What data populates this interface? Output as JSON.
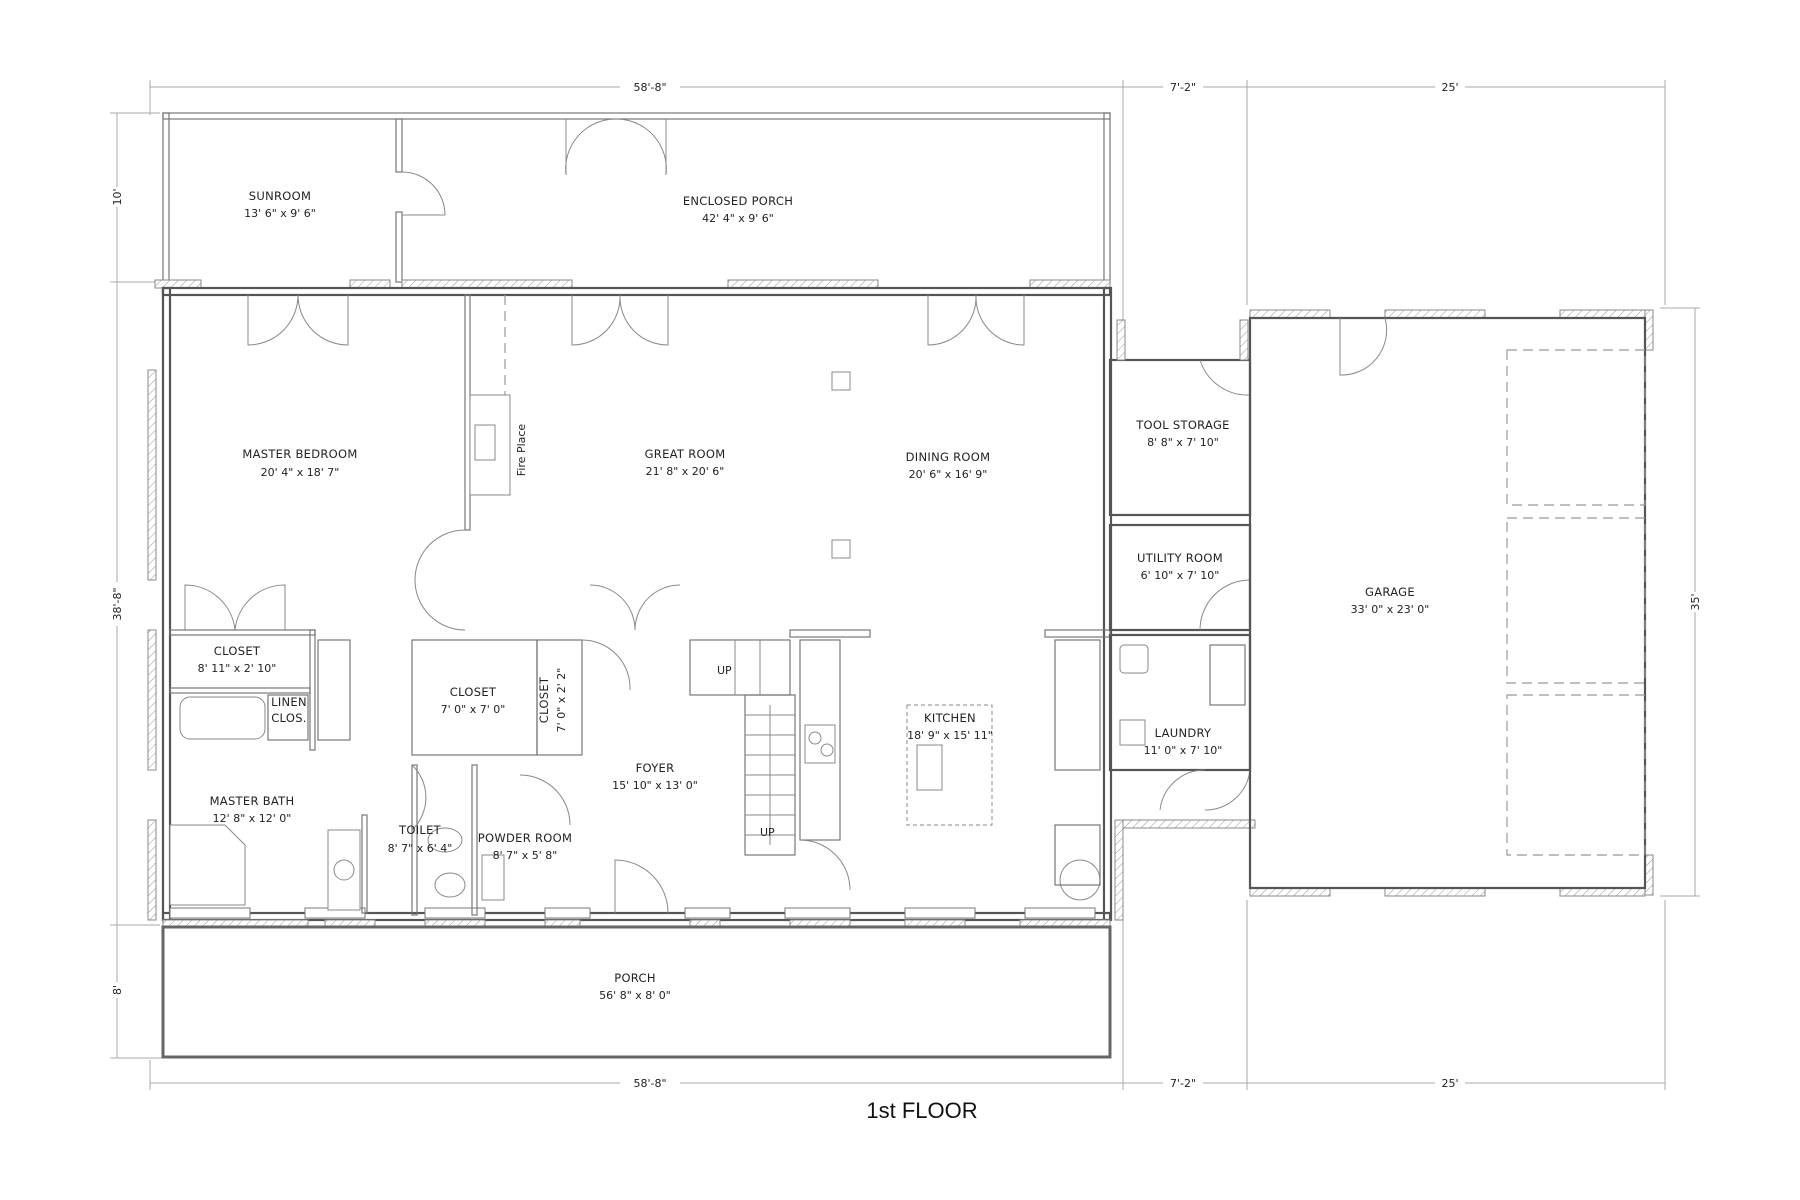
{
  "title": "1st FLOOR",
  "dimensions": {
    "top_main": "58'-8\"",
    "top_breezeway": "7'-2\"",
    "top_garage": "25'",
    "bottom_main": "58'-8\"",
    "bottom_breezeway": "7'-2\"",
    "bottom_garage": "25'",
    "left_top": "10'",
    "left_middle": "38'-8\"",
    "left_bottom": "8'",
    "right_garage": "35'"
  },
  "rooms": {
    "sunroom": {
      "name": "SUNROOM",
      "size": "13' 6\" x 9' 6\""
    },
    "enclosed_porch": {
      "name": "ENCLOSED PORCH",
      "size": "42' 4\" x 9' 6\""
    },
    "master_bedroom": {
      "name": "MASTER BEDROOM",
      "size": "20' 4\" x 18' 7\""
    },
    "great_room": {
      "name": "GREAT ROOM",
      "size": "21' 8\" x 20' 6\""
    },
    "dining_room": {
      "name": "DINING ROOM",
      "size": "20' 6\" x 16' 9\""
    },
    "tool_storage": {
      "name": "TOOL STORAGE",
      "size": "8' 8\" x 7' 10\""
    },
    "utility_room": {
      "name": "UTILITY ROOM",
      "size": "6' 10\" x 7' 10\""
    },
    "garage": {
      "name": "GARAGE",
      "size": "33' 0\" x 23' 0\""
    },
    "closet_master": {
      "name": "CLOSET",
      "size": "8' 11\" x 2' 10\""
    },
    "linen_closet": {
      "name": "LINEN",
      "name2": "CLOS."
    },
    "closet_hall": {
      "name": "CLOSET",
      "size": "7' 0\" x 7' 0\""
    },
    "closet_small": {
      "name": "CLOSET",
      "size": "7' 0\" x 2' 2\""
    },
    "master_bath": {
      "name": "MASTER BATH",
      "size": "12' 8\" x 12' 0\""
    },
    "toilet": {
      "name": "TOILET",
      "size": "8' 7\" x 6' 4\""
    },
    "powder_room": {
      "name": "POWDER ROOM",
      "size": "8' 7\" x 5' 8\""
    },
    "foyer": {
      "name": "FOYER",
      "size": "15' 10\" x 13' 0\""
    },
    "kitchen": {
      "name": "KITCHEN",
      "size": "18' 9\" x 15' 11\""
    },
    "laundry": {
      "name": "LAUNDRY",
      "size": "11' 0\" x 7' 10\""
    },
    "porch": {
      "name": "PORCH",
      "size": "56' 8\" x 8' 0\""
    }
  },
  "annotations": {
    "fireplace": "Fire Place",
    "stair_up_1": "UP",
    "stair_up_2": "UP"
  }
}
